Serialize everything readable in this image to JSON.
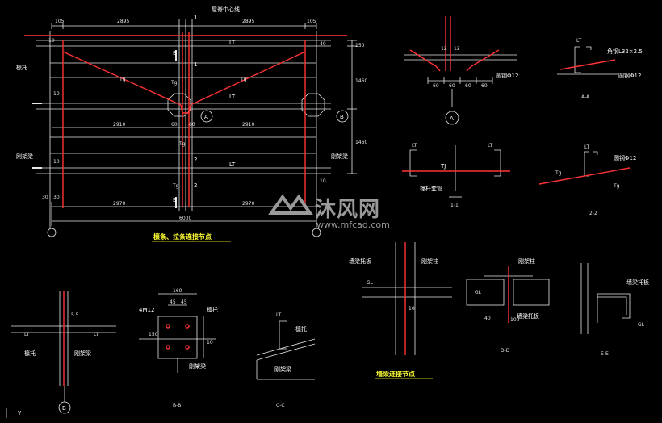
{
  "colors": {
    "background": "#000000",
    "line_white": "#e6e6e6",
    "line_red": "#ff3333",
    "title_yellow": "#ffff33",
    "watermark_gray": "#9a9a9a"
  },
  "plan": {
    "top_dims": [
      "105",
      "2895",
      "2895",
      "105"
    ],
    "mid_dims": [
      "2910",
      "2910"
    ],
    "bottom_dims": [
      "2970",
      "2970"
    ],
    "total": "6000",
    "top_note": "屋脊中心线",
    "lt_labels": [
      "LT",
      "LT",
      "LT"
    ],
    "tg_labels": [
      "Tg",
      "Tg",
      "Tg",
      "Tg",
      "Tg"
    ],
    "left_labels": [
      "檩托",
      "刚架梁"
    ],
    "right_labels": [
      "刚架梁"
    ],
    "small_dims": [
      "10",
      "10",
      "10",
      "30",
      "30",
      "150",
      "1460",
      "1460",
      "40",
      "10"
    ],
    "center_dims": [
      "60",
      "60"
    ],
    "bubble_a": "A",
    "bubble_b": "B",
    "section_marks": [
      "B",
      "B"
    ],
    "col_marks": [
      "1",
      "1",
      "2",
      "2"
    ]
  },
  "detail_a": {
    "dims": [
      "60",
      "60",
      "60",
      "60",
      "12",
      "12"
    ],
    "label": "圆钢Φ12",
    "bubble": "A"
  },
  "detail_aa": {
    "top": "LT",
    "angle": "角钢L32×2.5",
    "rod": "圆钢Φ12",
    "caption": "A-A"
  },
  "detail_11": {
    "lt_left": "LT",
    "lt_right": "LT",
    "tj": "TJ",
    "note": "撑杆套管",
    "caption": "1-1"
  },
  "detail_22": {
    "lt": "LT",
    "rod": "圆钢Φ12",
    "tg_left": "Tg",
    "tg_right": "Tg",
    "caption": "2-2"
  },
  "titles": {
    "purlin": "檩条、拉条连接节点",
    "wall_beam": "墙梁连接节点"
  },
  "detail_b": {
    "dim": "5.5",
    "lt_left": "LT",
    "lt_right": "LT",
    "label_tuo": "檩托",
    "label_beam": "刚架梁",
    "bubble": "B"
  },
  "detail_bb": {
    "dims": [
      "160",
      "45",
      "45"
    ],
    "bolt": "4M12",
    "label_tuo": "檩托",
    "label_beam": "刚架梁",
    "side_dims": [
      "150",
      "10"
    ],
    "caption": "B-B"
  },
  "detail_cc": {
    "lt": "LT",
    "label_tuo": "檩托",
    "label_beam": "刚架梁",
    "caption": "C-C"
  },
  "wall_node": {
    "col": "刚架柱",
    "plate": "墙梁托板",
    "dim": "10",
    "gl": "GL"
  },
  "detail_dd": {
    "col": "刚架柱",
    "plate": "墙梁托板",
    "gl": "GL",
    "dims": [
      "40",
      "100"
    ],
    "caption": "D-D"
  },
  "detail_ee": {
    "plate": "墙梁托板",
    "gl": "GL",
    "caption": "E-E"
  },
  "watermark": {
    "brand": "沐风网",
    "url": "www.mfcad.com"
  },
  "axis": {
    "y": "Y"
  }
}
